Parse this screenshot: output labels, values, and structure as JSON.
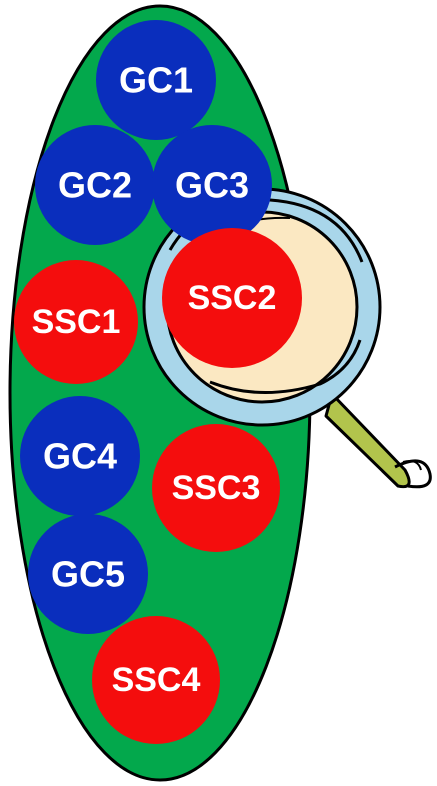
{
  "colors": {
    "background": "#ffffff",
    "ellipse_fill": "#03a84c",
    "outline": "#000000",
    "gc_fill": "#0a2ebd",
    "ssc_fill": "#f40d0d",
    "label": "#ffffff",
    "lens_ring": "#a9d6ea",
    "lens_glass": "#fbe8c2",
    "handle": "#b2c44c"
  },
  "icons": {
    "magnifier": "magnifying-glass-icon"
  },
  "cells": [
    {
      "id": "gc1",
      "label": "GC1",
      "kind": "gc"
    },
    {
      "id": "gc2",
      "label": "GC2",
      "kind": "gc"
    },
    {
      "id": "gc3",
      "label": "GC3",
      "kind": "gc"
    },
    {
      "id": "ssc1",
      "label": "SSC1",
      "kind": "ssc"
    },
    {
      "id": "ssc2",
      "label": "SSC2",
      "kind": "ssc"
    },
    {
      "id": "gc4",
      "label": "GC4",
      "kind": "gc"
    },
    {
      "id": "ssc3",
      "label": "SSC3",
      "kind": "ssc"
    },
    {
      "id": "gc5",
      "label": "GC5",
      "kind": "gc"
    },
    {
      "id": "ssc4",
      "label": "SSC4",
      "kind": "ssc"
    }
  ]
}
